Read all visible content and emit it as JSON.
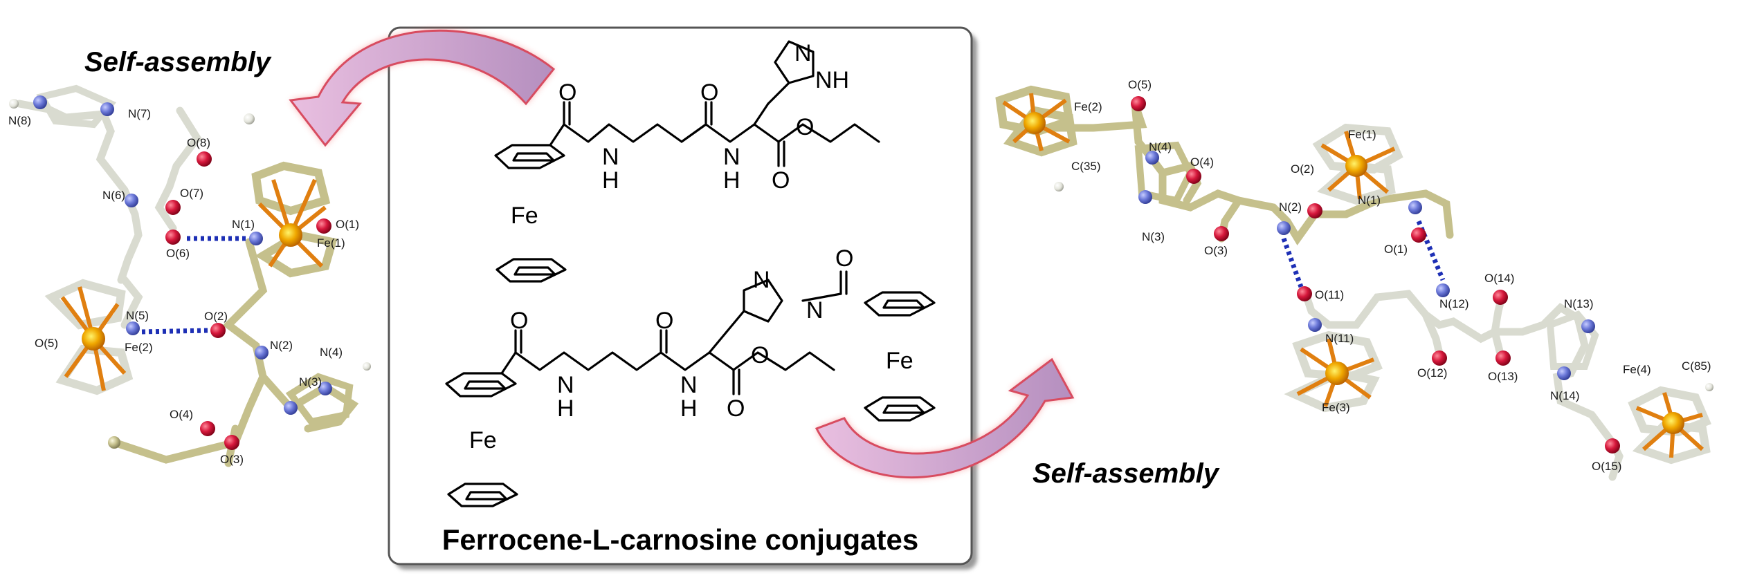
{
  "headings": {
    "left": "Self-assembly",
    "right": "Self-assembly"
  },
  "panel": {
    "title": "Ferrocene-L-carnosine conjugates",
    "fe_labels": [
      "Fe",
      "Fe",
      "Fe"
    ],
    "groups": {
      "amide_h": "H",
      "n": "N",
      "o": "O",
      "nh": "NH"
    }
  },
  "left_structure": {
    "labels": [
      "N(8)",
      "N(7)",
      "O(8)",
      "N(6)",
      "O(7)",
      "O(6)",
      "N(1)",
      "O(1)",
      "Fe(1)",
      "N(5)",
      "O(2)",
      "O(5)",
      "Fe(2)",
      "N(2)",
      "N(4)",
      "N(3)",
      "O(4)",
      "O(3)"
    ]
  },
  "right_structure": {
    "labels": [
      "O(5)",
      "Fe(2)",
      "N(4)",
      "O(4)",
      "C(35)",
      "N(3)",
      "O(3)",
      "N(2)",
      "O(2)",
      "Fe(1)",
      "N(1)",
      "O(1)",
      "O(11)",
      "N(11)",
      "N(12)",
      "O(14)",
      "N(13)",
      "O(12)",
      "O(13)",
      "Fe(3)",
      "N(14)",
      "Fe(4)",
      "C(85)",
      "O(15)"
    ]
  },
  "colors": {
    "carbon": "#c5c08c",
    "carbon_light": "#e4e5dc",
    "nitrogen": "#6b78d8",
    "oxygen": "#d6183c",
    "iron": "#f0a800",
    "hbond": "#1d2fb5",
    "arrow_fill": "#c9a0c6",
    "arrow_glow": "#f26a6a",
    "panel_border": "#555555"
  }
}
